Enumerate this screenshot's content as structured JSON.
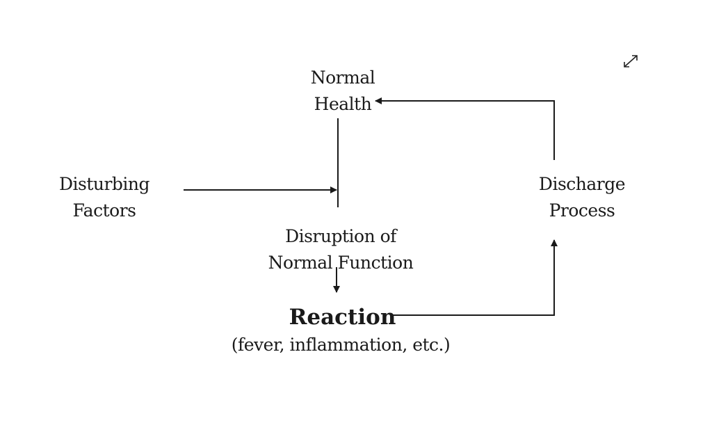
{
  "diagram": {
    "nodes": {
      "normal_health": {
        "line1": "Normal",
        "line2": "Health"
      },
      "disturbing_factors": {
        "line1": "Disturbing",
        "line2": "Factors"
      },
      "discharge_process": {
        "line1": "Discharge",
        "line2": "Process"
      },
      "disruption": {
        "line1": "Disruption of",
        "line2": "Normal Function"
      },
      "reaction": {
        "title": "Reaction",
        "subtitle": "(fever, inflammation, etc.)"
      }
    },
    "edges": [
      {
        "from": "disturbing_factors",
        "to": "normal_health"
      },
      {
        "from": "disruption",
        "to": "reaction"
      },
      {
        "from": "reaction",
        "to": "discharge_process"
      },
      {
        "from": "discharge_process",
        "to": "normal_health"
      }
    ],
    "line_color": "#1a1a1a"
  },
  "controls": {
    "expand_icon": "expand-icon"
  }
}
